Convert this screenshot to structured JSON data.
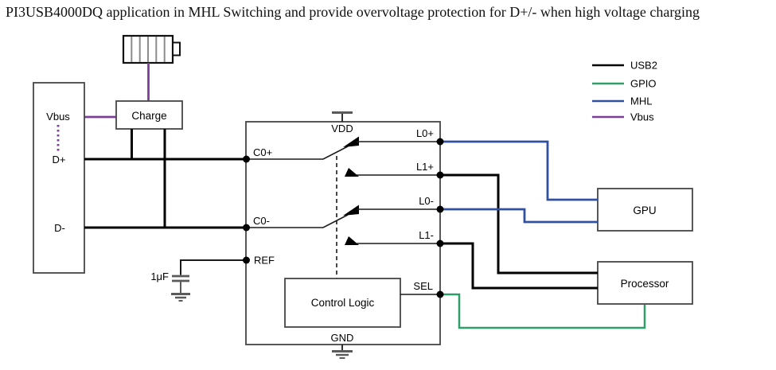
{
  "title": "PI3USB4000DQ application in MHL Switching and provide overvoltage protection for D+/- when high voltage charging",
  "colors": {
    "usb2": "#000000",
    "gpio": "#2f9e68",
    "mhl": "#3050a0",
    "vbus": "#7c3f97",
    "outline": "#454545",
    "passive": "#5a5a5a",
    "battery_cell": "#8c8c8c"
  },
  "legend": {
    "items": [
      {
        "label": "USB2",
        "color": "#000000"
      },
      {
        "label": "GPIO",
        "color": "#2f9e68"
      },
      {
        "label": "MHL",
        "color": "#3050a0"
      },
      {
        "label": "Vbus",
        "color": "#7c3f97"
      }
    ]
  },
  "usb_connector": {
    "vbus": "Vbus",
    "d_plus": "D+",
    "d_minus": "D-"
  },
  "charge": {
    "label": "Charge"
  },
  "ic": {
    "pins": {
      "vdd": "VDD",
      "gnd": "GND",
      "c0_plus": "C0+",
      "c0_minus": "C0-",
      "ref": "REF",
      "l0_plus": "L0+",
      "l1_plus": "L1+",
      "l0_minus": "L0-",
      "l1_minus": "L1-",
      "sel": "SEL"
    },
    "control_logic": "Control Logic"
  },
  "capacitor": {
    "value": "1μF"
  },
  "devices": {
    "gpu": "GPU",
    "processor": "Processor"
  }
}
